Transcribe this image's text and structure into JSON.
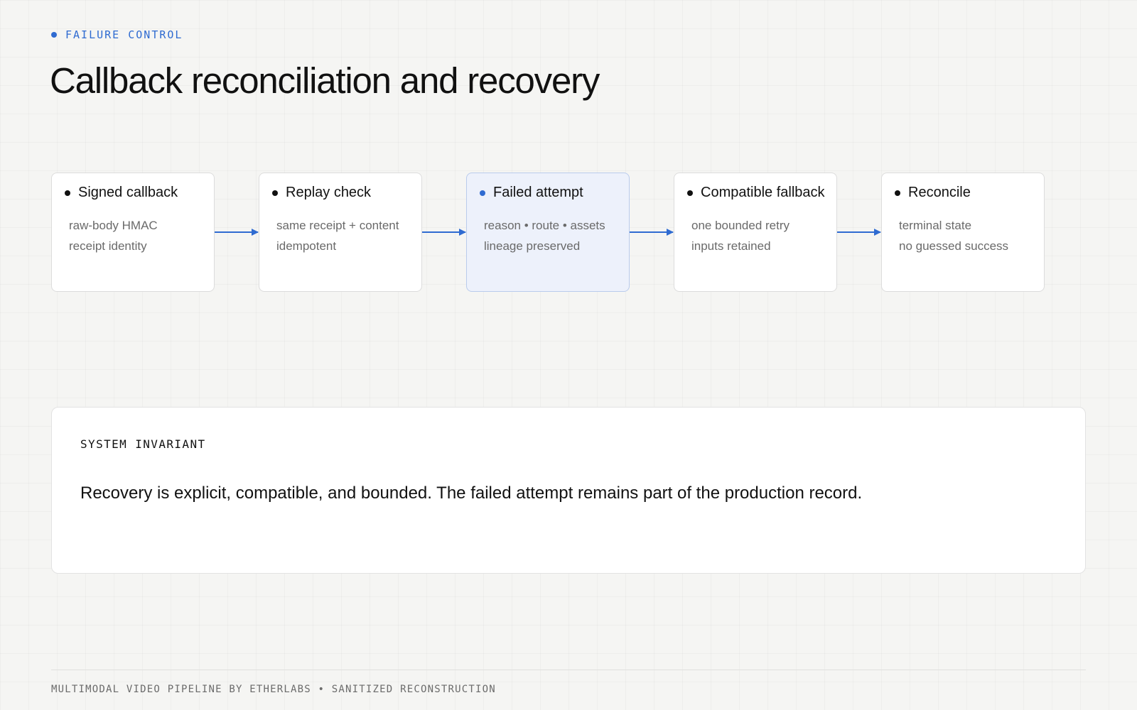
{
  "header": {
    "eyebrow": "FAILURE CONTROL",
    "title": "Callback reconciliation and recovery"
  },
  "flow": {
    "nodes": [
      {
        "title": "Signed callback",
        "lines": [
          "raw-body HMAC",
          "receipt identity"
        ],
        "highlighted": false
      },
      {
        "title": "Replay check",
        "lines": [
          "same receipt + content",
          "idempotent"
        ],
        "highlighted": false
      },
      {
        "title": "Failed attempt",
        "lines": [
          "reason • route • assets",
          "lineage preserved"
        ],
        "highlighted": true
      },
      {
        "title": "Compatible fallback",
        "lines": [
          "one bounded retry",
          "inputs retained"
        ],
        "highlighted": false
      },
      {
        "title": "Reconcile",
        "lines": [
          "terminal state",
          "no guessed success"
        ],
        "highlighted": false
      }
    ]
  },
  "invariant": {
    "label": "SYSTEM INVARIANT",
    "statement": "Recovery is explicit, compatible, and bounded. The failed attempt remains part of the production record."
  },
  "footer": {
    "text": "MULTIMODAL VIDEO PIPELINE BY ETHERLABS • SANITIZED RECONSTRUCTION"
  },
  "colors": {
    "accent": "#2f6bd1",
    "highlight_fill": "#edf1fb",
    "highlight_border": "#b9cbec"
  }
}
